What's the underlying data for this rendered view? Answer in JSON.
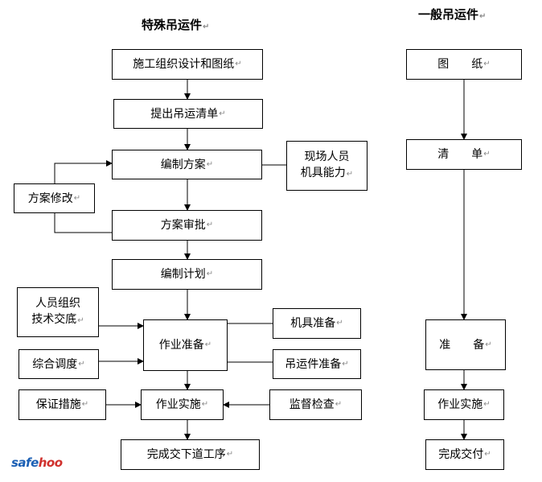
{
  "titles": {
    "special": "特殊吊运件",
    "general": "一般吊运件"
  },
  "special": {
    "design": "施工组织设计和图纸",
    "list": "提出吊运清单",
    "plan": "编制方案",
    "site": [
      "现场人员",
      "机具能力"
    ],
    "revise": "方案修改",
    "approve": "方案审批",
    "schedule": "编制计划",
    "briefing": [
      "人员组织",
      "技术交底"
    ],
    "prep": "作业准备",
    "equip": "机具准备",
    "coord": "综合调度",
    "liftprep": "吊运件准备",
    "exec": "作业实施",
    "measures": "保证措施",
    "inspect": "监督检查",
    "handover": "完成交下道工序"
  },
  "general": {
    "drawing": "图　　纸",
    "list": "清　　单",
    "prep": "准　　备",
    "exec": "作业实施",
    "handover": "完成交付"
  },
  "watermark": {
    "brand_a": "safe",
    "brand_b": "hoo"
  },
  "paragraph_mark": "↵"
}
